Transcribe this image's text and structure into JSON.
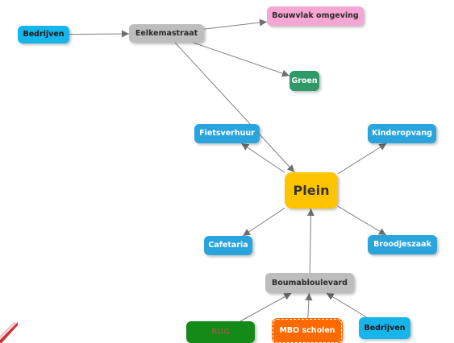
{
  "diagram": {
    "nodes": [
      {
        "id": "bedrijven_left",
        "label": "Bedrijven",
        "fill": "#16b5ea",
        "text": "#1a1a1a"
      },
      {
        "id": "eelkemastraat",
        "label": "Eelkemastraat",
        "fill": "#bdbdbd",
        "text": "#2b2b2b"
      },
      {
        "id": "bouwvlak",
        "label": "Bouwvlak omgeving",
        "fill": "#f6a6d4",
        "text": "#2b2b2b"
      },
      {
        "id": "groen",
        "label": "Groen",
        "fill": "#2f9a67",
        "text": "#ffffff"
      },
      {
        "id": "fietsverhuur",
        "label": "Fietsverhuur",
        "fill": "#2aa4dc",
        "text": "#ffffff"
      },
      {
        "id": "kinderopvang",
        "label": "Kinderopvang",
        "fill": "#2aa4dc",
        "text": "#ffffff"
      },
      {
        "id": "plein",
        "label": "Plein",
        "fill": "#ffc400",
        "text": "#333333"
      },
      {
        "id": "cafetaria",
        "label": "Cafetaria",
        "fill": "#2aa4dc",
        "text": "#ffffff"
      },
      {
        "id": "broodjeszaak",
        "label": "Broodjeszaak",
        "fill": "#2aa4dc",
        "text": "#ffffff"
      },
      {
        "id": "boumaboulevard",
        "label": "Boumabloulevard",
        "fill": "#bdbdbd",
        "text": "#2b2b2b"
      },
      {
        "id": "rug",
        "label": "RUG",
        "fill": "#148a18",
        "text": "#7a6a3a"
      },
      {
        "id": "mbo",
        "label": "MBO scholen",
        "fill": "#ff6a00",
        "text": "#ffffff"
      },
      {
        "id": "bedrijven_right",
        "label": "Bedrijven",
        "fill": "#16b5ea",
        "text": "#1a1a1a"
      }
    ],
    "edges": [
      {
        "from": "bedrijven_left",
        "to": "eelkemastraat"
      },
      {
        "from": "eelkemastraat",
        "to": "bouwvlak"
      },
      {
        "from": "eelkemastraat",
        "to": "groen"
      },
      {
        "from": "eelkemastraat",
        "to": "plein"
      },
      {
        "from": "plein",
        "to": "fietsverhuur"
      },
      {
        "from": "plein",
        "to": "kinderopvang"
      },
      {
        "from": "plein",
        "to": "cafetaria"
      },
      {
        "from": "plein",
        "to": "broodjeszaak"
      },
      {
        "from": "boumaboulevard",
        "to": "plein"
      },
      {
        "from": "rug",
        "to": "boumaboulevard"
      },
      {
        "from": "mbo",
        "to": "boumaboulevard"
      },
      {
        "from": "bedrijven_right",
        "to": "boumaboulevard"
      }
    ]
  },
  "colors": {
    "edge": "#808080",
    "arrowhead": "#6e6e6e",
    "background": "#ffffff",
    "corner_mark": "#c4282d"
  }
}
